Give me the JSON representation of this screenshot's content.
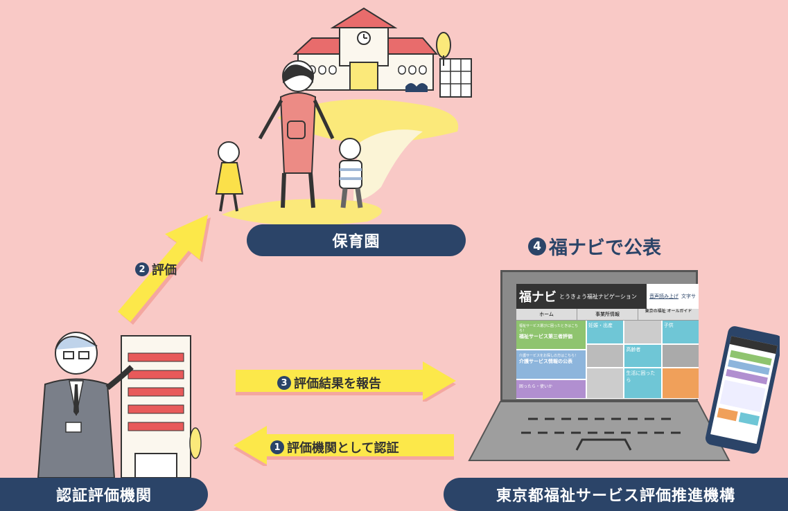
{
  "nodes": {
    "nursery": {
      "label": "保育園"
    },
    "evaluator": {
      "label": "認証評価機関"
    },
    "organization": {
      "label": "東京都福祉サービス評価推進機構"
    }
  },
  "steps": [
    {
      "num": "1",
      "label": "評価機関として認証"
    },
    {
      "num": "2",
      "label": "評価"
    },
    {
      "num": "3",
      "label": "評価結果を報告"
    },
    {
      "num": "4",
      "label": "福ナビで公表"
    }
  ],
  "site": {
    "logo": "福ナビ",
    "tagline": "とうきょう福祉ナビゲーション",
    "read_aloud": "音声読み上げ",
    "text_size": "文字サ",
    "nav": [
      "ホーム",
      "事業所情報",
      "東京の福祉 オールガイド"
    ],
    "banner1_small": "福祉サービス選びに困ったときはこちら！",
    "banner1": "福祉サービス第三者評価",
    "banner2_small": "介護サービスをお探しの方はこちら！",
    "banner2": "介護サービス情報の公表",
    "tiles": [
      "妊娠・出産",
      "子供",
      "高齢者",
      "生活に困ったら"
    ],
    "small_row": "困ったら・使いか"
  },
  "colors": {
    "background": "#f9c9c6",
    "navy": "#2b4468",
    "arrow": "#fce84a"
  }
}
